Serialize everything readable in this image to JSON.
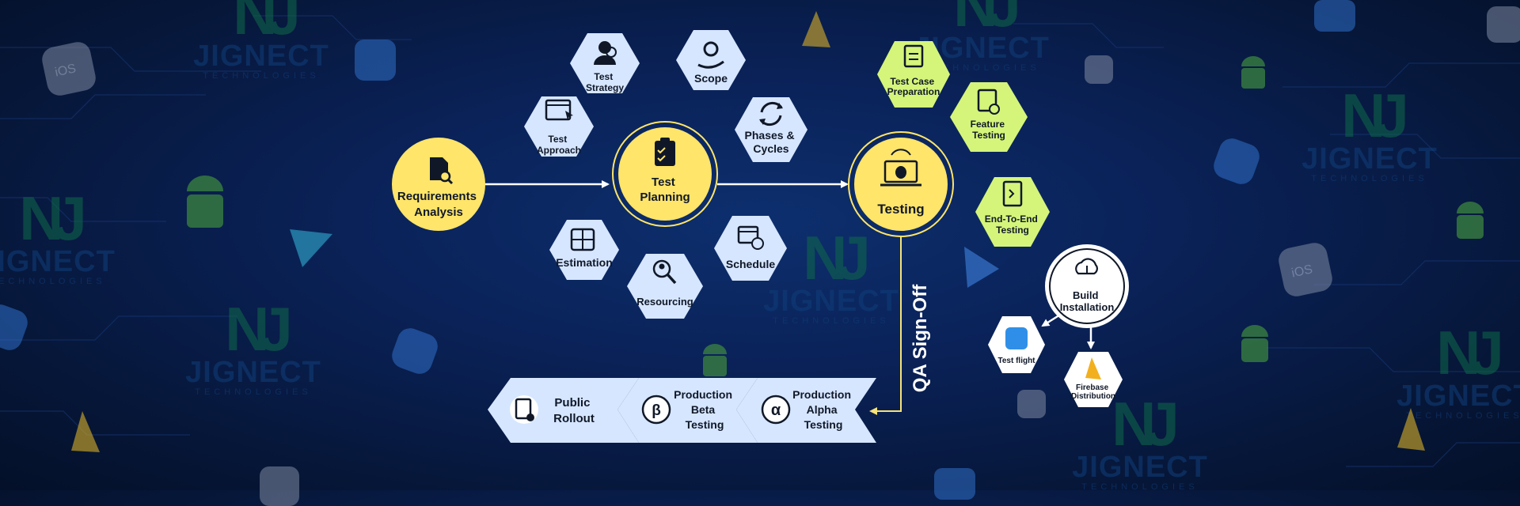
{
  "watermark": {
    "brand": "JIGNECT",
    "sub": "TECHNOLOGIES"
  },
  "colors": {
    "yellow": "#ffe569",
    "blue": "#d6e6ff",
    "lime": "#d4f57a",
    "white": "#ffffff",
    "arrow": "#ffffff",
    "signoff_line": "#f5e37a"
  },
  "main_nodes": {
    "requirements": [
      "Requirements",
      "Analysis"
    ],
    "planning": [
      "Test",
      "Planning"
    ],
    "testing": [
      "Testing"
    ]
  },
  "planning_items": {
    "strategy": [
      "Test",
      "Strategy"
    ],
    "scope": [
      "Scope"
    ],
    "approach": [
      "Test",
      "Approach"
    ],
    "phases": [
      "Phases &",
      "Cycles"
    ],
    "estimation": [
      "Estimation"
    ],
    "resourcing": [
      "Resourcing"
    ],
    "schedule": [
      "Schedule"
    ]
  },
  "testing_items": {
    "case_prep": [
      "Test Case",
      "Preparation"
    ],
    "feature": [
      "Feature",
      "Testing"
    ],
    "e2e": [
      "End-To-End",
      "Testing"
    ]
  },
  "build": {
    "title": [
      "Build",
      "Installation"
    ],
    "testflight": [
      "Test flight"
    ],
    "firebase": [
      "Firebase",
      "Distribution"
    ]
  },
  "signoff": "QA Sign-Off",
  "release": {
    "alpha": [
      "Production",
      "Alpha",
      "Testing"
    ],
    "beta": [
      "Production",
      "Beta",
      "Testing"
    ],
    "public": [
      "Public",
      "Rollout"
    ],
    "alpha_symbol": "α",
    "beta_symbol": "β"
  }
}
